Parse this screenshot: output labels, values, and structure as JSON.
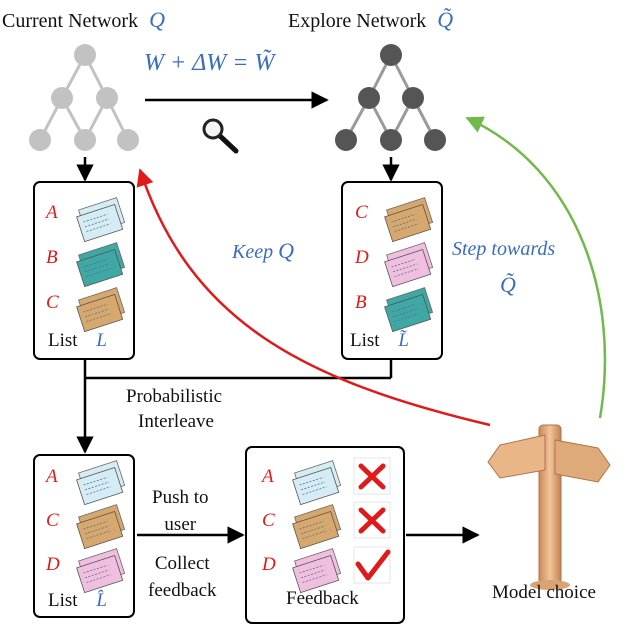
{
  "networks": {
    "current": {
      "title": "Current Network",
      "symbol": "Q"
    },
    "explore": {
      "title": "Explore Network",
      "symbol": "Q̃"
    }
  },
  "update_equation": "W + ΔW = W̃",
  "keep_label": {
    "text": "Keep",
    "symbol": "Q"
  },
  "step_label": {
    "line1": "Step towards",
    "symbol": "Q̃"
  },
  "lists": {
    "current": {
      "items": [
        "A",
        "B",
        "C"
      ],
      "title": "List",
      "symbol": "L"
    },
    "explore": {
      "items": [
        "C",
        "D",
        "B"
      ],
      "title": "List",
      "symbol": "L̃"
    },
    "interleaved": {
      "items": [
        "A",
        "C",
        "D"
      ],
      "title": "List",
      "symbol": "L̂"
    }
  },
  "interleave_label": {
    "line1": "Probabilistic",
    "line2": "Interleave"
  },
  "push_label": {
    "line1": "Push to",
    "line2": "user"
  },
  "collect_label": {
    "line1": "Collect",
    "line2": "feedback"
  },
  "feedback": {
    "title": "Feedback",
    "items": [
      {
        "letter": "A",
        "mark": "cross"
      },
      {
        "letter": "C",
        "mark": "cross"
      },
      {
        "letter": "D",
        "mark": "check"
      }
    ]
  },
  "model_choice_label": "Model choice",
  "colors": {
    "red": "#e01a1a",
    "blue": "#3a6cc0",
    "green": "#6fba4a",
    "node_light": "#c2c2c2",
    "node_dark": "#555555",
    "card_A": "#d5ecf5",
    "card_B": "#3fa7a4",
    "card_C": "#d6a86e",
    "card_D": "#f0bfe0"
  }
}
